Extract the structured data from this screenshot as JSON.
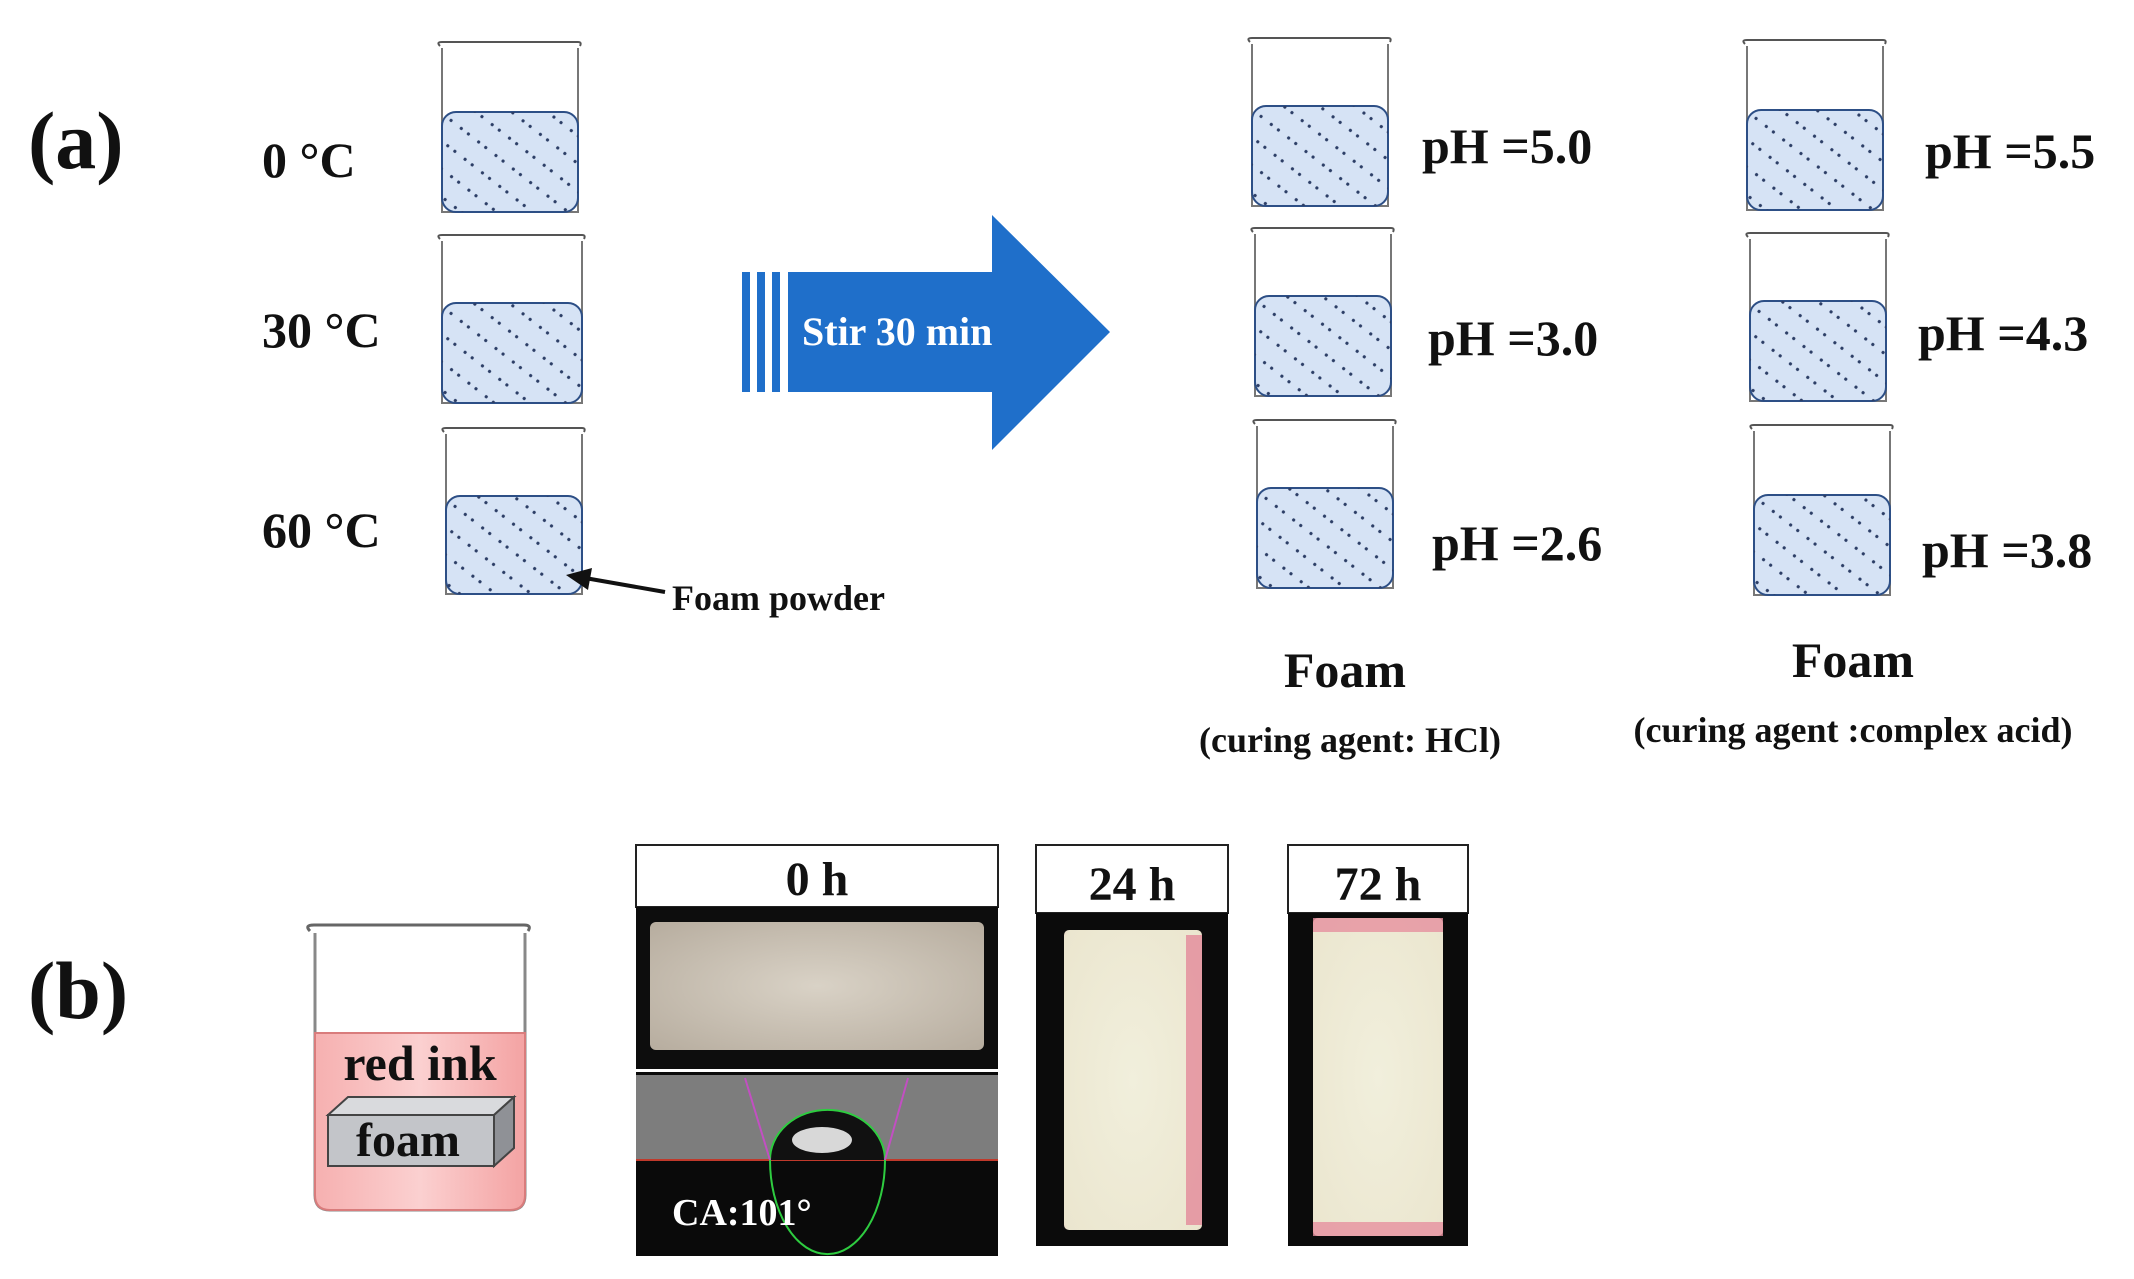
{
  "panel_a": {
    "label": "(a)",
    "temperatures": [
      "0 °C",
      "30 °C",
      "60 °C"
    ],
    "foam_powder_label": "Foam  powder",
    "arrow_label": "Stir 30 min",
    "hcl_column": {
      "ph_values": [
        "pH =5.0",
        "pH =3.0",
        "pH =2.6"
      ],
      "title": "Foam",
      "subtitle": "(curing agent: HCl)"
    },
    "complex_acid_column": {
      "ph_values": [
        "pH =5.5",
        "pH =4.3",
        "pH =3.8"
      ],
      "title": "Foam",
      "subtitle": "(curing agent :complex acid)"
    }
  },
  "panel_b": {
    "label": "(b)",
    "beaker_liquid": "red ink",
    "beaker_solid": "foam",
    "photos": [
      {
        "time": "0 h"
      },
      {
        "time": "24 h"
      },
      {
        "time": "72 h"
      }
    ],
    "contact_angle": "CA:101°"
  },
  "colors": {
    "liquid_blue": "#d6e3f5",
    "liquid_stroke": "#2d4f86",
    "arrow_blue": "#1f6fca",
    "red_ink": "#f4a3a3",
    "foam_grey": "#c3c5c9"
  }
}
